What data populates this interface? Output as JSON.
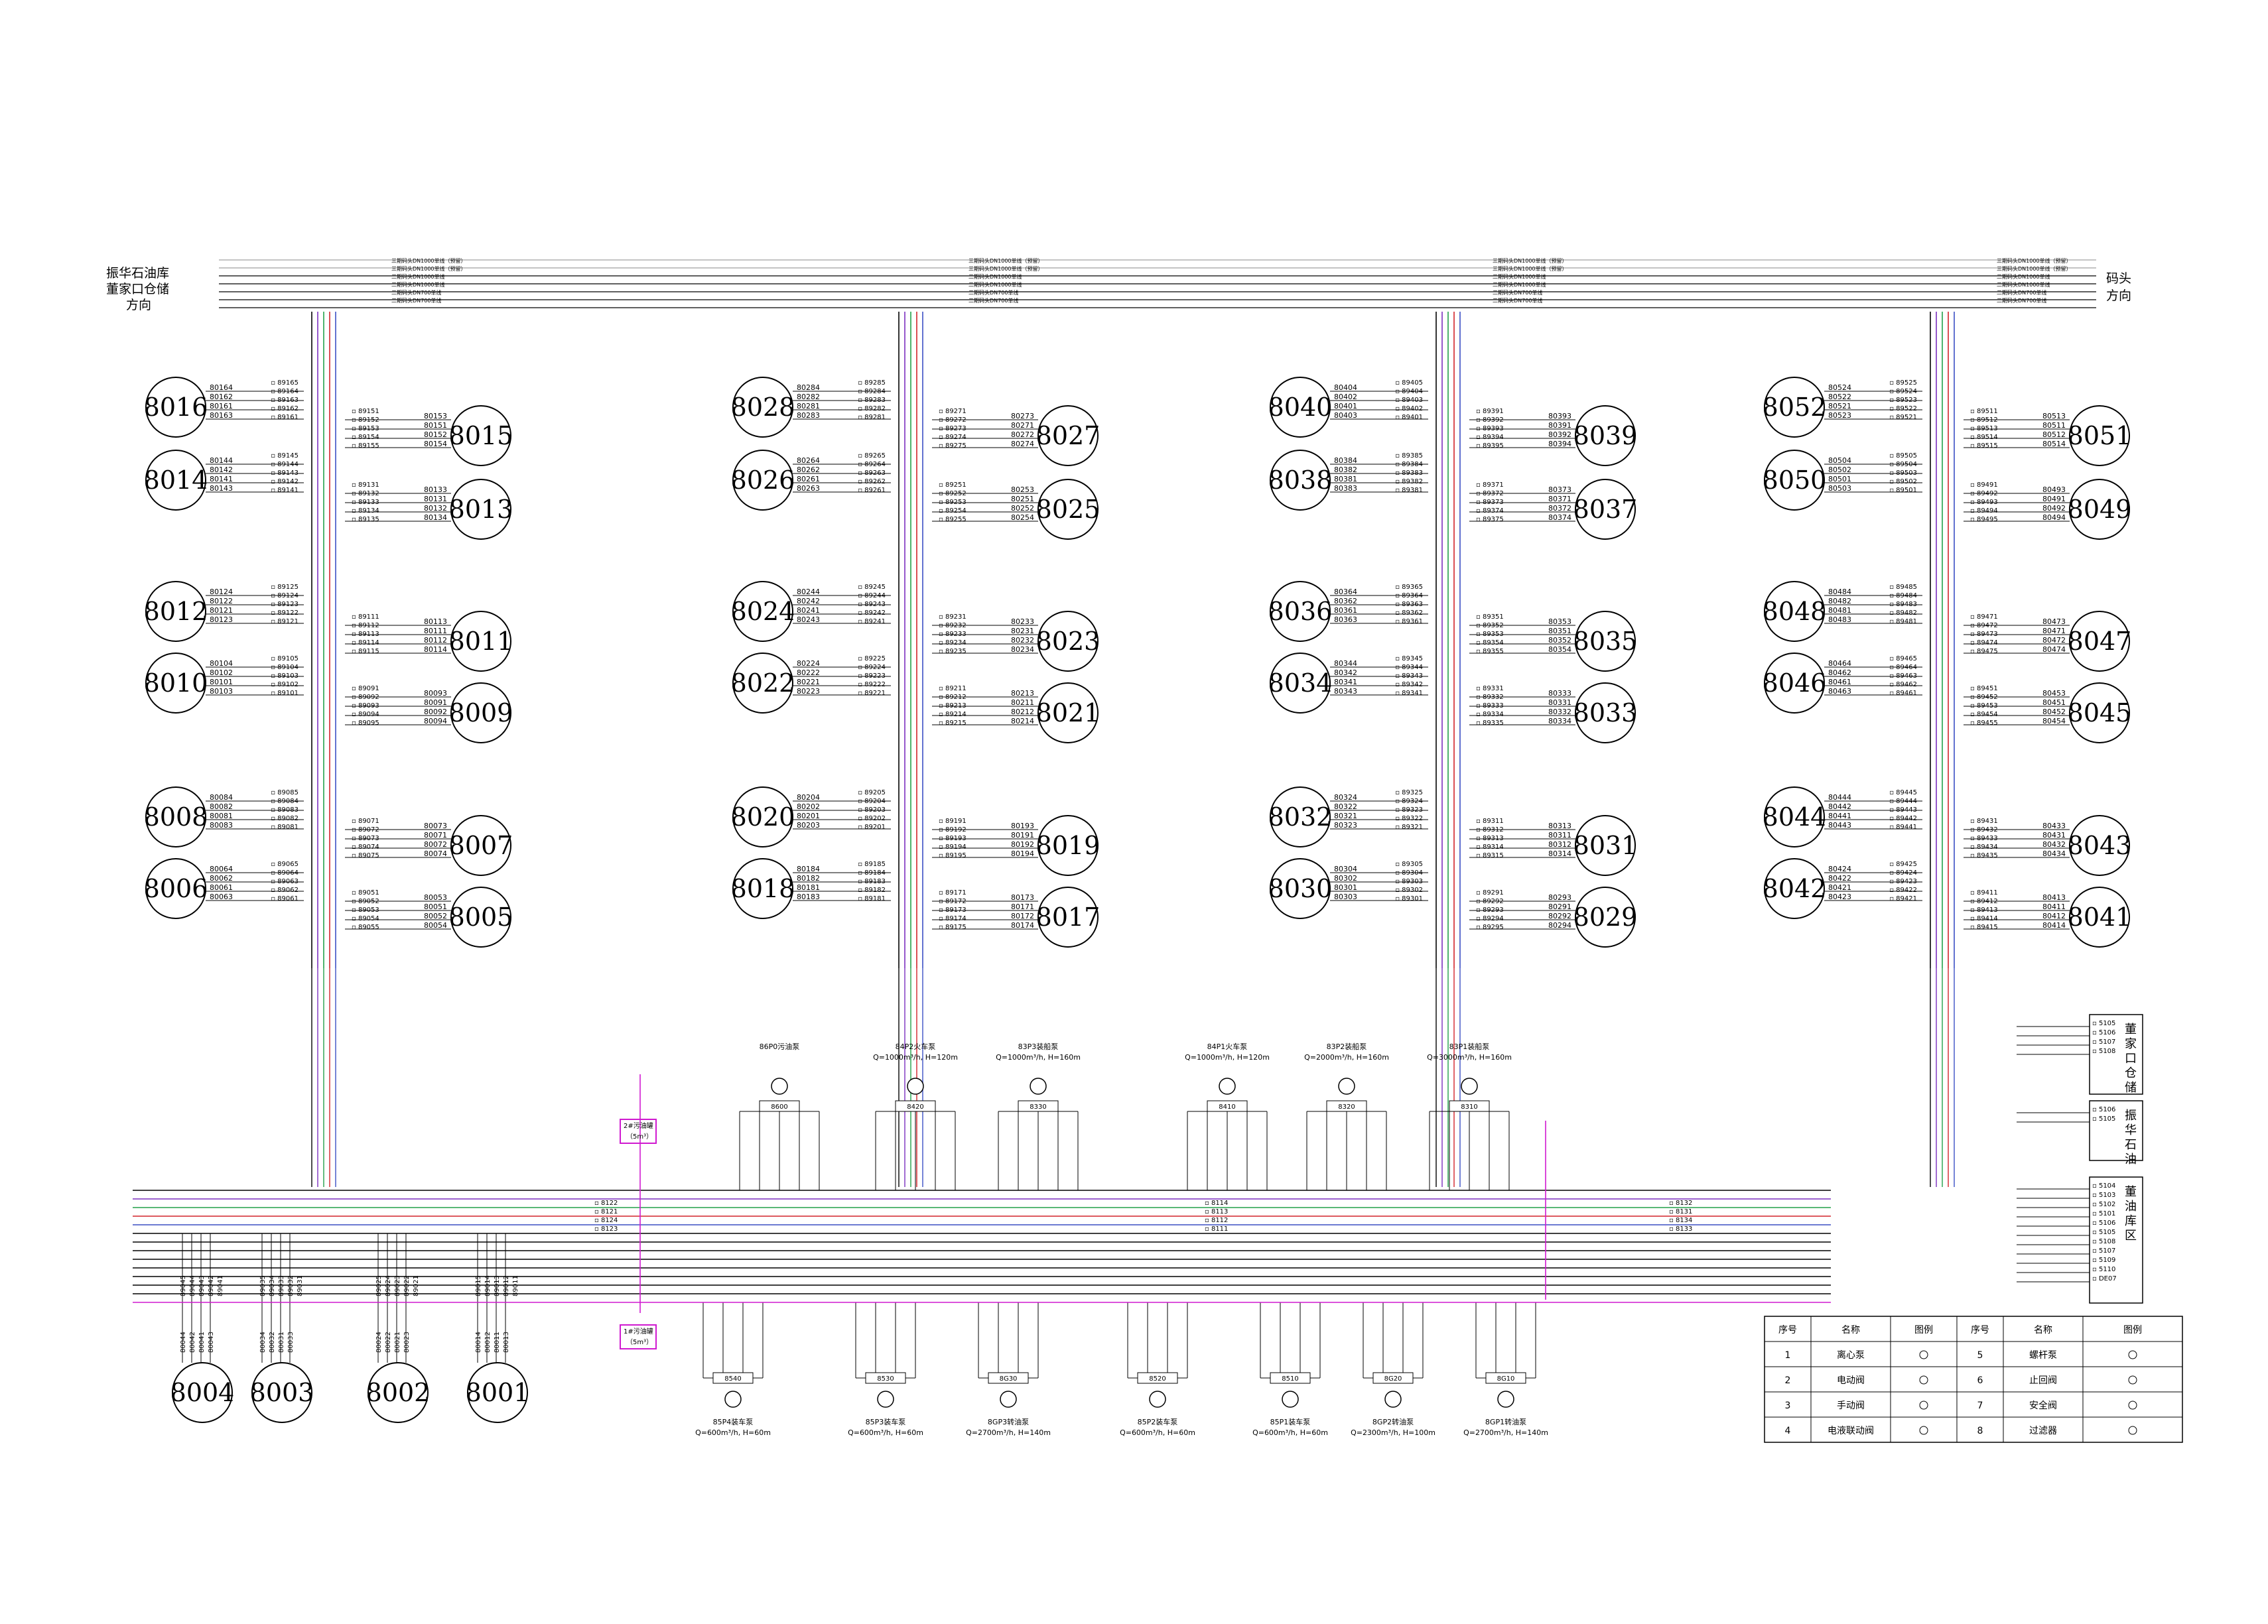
{
  "left_direction": {
    "lines": [
      "振华石油库",
      "董家口仓储",
      "方向"
    ]
  },
  "right_direction": {
    "lines": [
      "码头",
      "方向"
    ]
  },
  "header_notes": [
    "三期码头DN1000单线（预留）",
    "三期码头DN1000单线（预留）",
    "二期码头DN1000单线",
    "二期码头DN1000单线",
    "二期码头DN700单线",
    "二期码头DN700单线"
  ],
  "tanks": [
    {
      "id": "8016",
      "valves": [
        "80164",
        "80162",
        "80161",
        "80163"
      ],
      "outlets": [
        "89165",
        "89164",
        "89163",
        "89162",
        "89161"
      ]
    },
    {
      "id": "8015",
      "valves": [
        "80153",
        "80151",
        "80152",
        "80154"
      ],
      "outlets": [
        "89151",
        "89152",
        "89153",
        "89154",
        "89155"
      ]
    },
    {
      "id": "8014",
      "valves": [
        "80144",
        "80142",
        "80141",
        "80143"
      ],
      "outlets": [
        "89145",
        "89144",
        "89143",
        "89142",
        "89141"
      ]
    },
    {
      "id": "8013",
      "valves": [
        "80133",
        "80131",
        "80132",
        "80134"
      ],
      "outlets": [
        "89131",
        "89132",
        "89133",
        "89134",
        "89135"
      ]
    },
    {
      "id": "8012",
      "valves": [
        "80124",
        "80122",
        "80121",
        "80123"
      ],
      "outlets": [
        "89125",
        "89124",
        "89123",
        "89122",
        "89121"
      ]
    },
    {
      "id": "8011",
      "valves": [
        "80113",
        "80111",
        "80112",
        "80114"
      ],
      "outlets": [
        "89111",
        "89112",
        "89113",
        "89114",
        "89115"
      ]
    },
    {
      "id": "8010",
      "valves": [
        "80104",
        "80102",
        "80101",
        "80103"
      ],
      "outlets": [
        "89105",
        "89104",
        "89103",
        "89102",
        "89101"
      ]
    },
    {
      "id": "8009",
      "valves": [
        "80093",
        "80091",
        "80092",
        "80094"
      ],
      "outlets": [
        "89091",
        "89092",
        "89093",
        "89094",
        "89095"
      ]
    },
    {
      "id": "8008",
      "valves": [
        "80084",
        "80082",
        "80081",
        "80083"
      ],
      "outlets": [
        "89085",
        "89084",
        "89083",
        "89082",
        "89081"
      ]
    },
    {
      "id": "8007",
      "valves": [
        "80073",
        "80071",
        "80072",
        "80074"
      ],
      "outlets": [
        "89071",
        "89072",
        "89073",
        "89074",
        "89075"
      ]
    },
    {
      "id": "8006",
      "valves": [
        "80064",
        "80062",
        "80061",
        "80063"
      ],
      "outlets": [
        "89065",
        "89064",
        "89063",
        "89062",
        "89061"
      ]
    },
    {
      "id": "8005",
      "valves": [
        "80053",
        "80051",
        "80052",
        "80054"
      ],
      "outlets": [
        "89051",
        "89052",
        "89053",
        "89054",
        "89055"
      ]
    },
    {
      "id": "8028",
      "valves": [
        "80284",
        "80282",
        "80281",
        "80283"
      ],
      "outlets": [
        "89285",
        "89284",
        "89283",
        "89282",
        "89281"
      ]
    },
    {
      "id": "8027",
      "valves": [
        "80273",
        "80271",
        "80272",
        "80274"
      ],
      "outlets": [
        "89271",
        "89272",
        "89273",
        "89274",
        "89275"
      ]
    },
    {
      "id": "8026",
      "valves": [
        "80264",
        "80262",
        "80261",
        "80263"
      ],
      "outlets": [
        "89265",
        "89264",
        "89263",
        "89262",
        "89261"
      ]
    },
    {
      "id": "8025",
      "valves": [
        "80253",
        "80251",
        "80252",
        "80254"
      ],
      "outlets": [
        "89251",
        "89252",
        "89253",
        "89254",
        "89255"
      ]
    },
    {
      "id": "8024",
      "valves": [
        "80244",
        "80242",
        "80241",
        "80243"
      ],
      "outlets": [
        "89245",
        "89244",
        "89243",
        "89242",
        "89241"
      ]
    },
    {
      "id": "8023",
      "valves": [
        "80233",
        "80231",
        "80232",
        "80234"
      ],
      "outlets": [
        "89231",
        "89232",
        "89233",
        "89234",
        "89235"
      ]
    },
    {
      "id": "8022",
      "valves": [
        "80224",
        "80222",
        "80221",
        "80223"
      ],
      "outlets": [
        "89225",
        "89224",
        "89223",
        "89222",
        "89221"
      ]
    },
    {
      "id": "8021",
      "valves": [
        "80213",
        "80211",
        "80212",
        "80214"
      ],
      "outlets": [
        "89211",
        "89212",
        "89213",
        "89214",
        "89215"
      ]
    },
    {
      "id": "8020",
      "valves": [
        "80204",
        "80202",
        "80201",
        "80203"
      ],
      "outlets": [
        "89205",
        "89204",
        "89203",
        "89202",
        "89201"
      ]
    },
    {
      "id": "8019",
      "valves": [
        "80193",
        "80191",
        "80192",
        "80194"
      ],
      "outlets": [
        "89191",
        "89192",
        "89193",
        "89194",
        "89195"
      ]
    },
    {
      "id": "8018",
      "valves": [
        "80184",
        "80182",
        "80181",
        "80183"
      ],
      "outlets": [
        "89185",
        "89184",
        "89183",
        "89182",
        "89181"
      ]
    },
    {
      "id": "8017",
      "valves": [
        "80173",
        "80171",
        "80172",
        "80174"
      ],
      "outlets": [
        "89171",
        "89172",
        "89173",
        "89174",
        "89175"
      ]
    },
    {
      "id": "8040",
      "valves": [
        "80404",
        "80402",
        "80401",
        "80403"
      ],
      "outlets": [
        "89405",
        "89404",
        "89403",
        "89402",
        "89401"
      ]
    },
    {
      "id": "8039",
      "valves": [
        "80393",
        "80391",
        "80392",
        "80394"
      ],
      "outlets": [
        "89391",
        "89392",
        "89393",
        "89394",
        "89395"
      ]
    },
    {
      "id": "8038",
      "valves": [
        "80384",
        "80382",
        "80381",
        "80383"
      ],
      "outlets": [
        "89385",
        "89384",
        "89383",
        "89382",
        "89381"
      ]
    },
    {
      "id": "8037",
      "valves": [
        "80373",
        "80371",
        "80372",
        "80374"
      ],
      "outlets": [
        "89371",
        "89372",
        "89373",
        "89374",
        "89375"
      ]
    },
    {
      "id": "8036",
      "valves": [
        "80364",
        "80362",
        "80361",
        "80363"
      ],
      "outlets": [
        "89365",
        "89364",
        "89363",
        "89362",
        "89361"
      ]
    },
    {
      "id": "8035",
      "valves": [
        "80353",
        "80351",
        "80352",
        "80354"
      ],
      "outlets": [
        "89351",
        "89352",
        "89353",
        "89354",
        "89355"
      ]
    },
    {
      "id": "8034",
      "valves": [
        "80344",
        "80342",
        "80341",
        "80343"
      ],
      "outlets": [
        "89345",
        "89344",
        "89343",
        "89342",
        "89341"
      ]
    },
    {
      "id": "8033",
      "valves": [
        "80333",
        "80331",
        "80332",
        "80334"
      ],
      "outlets": [
        "89331",
        "89332",
        "89333",
        "89334",
        "89335"
      ]
    },
    {
      "id": "8032",
      "valves": [
        "80324",
        "80322",
        "80321",
        "80323"
      ],
      "outlets": [
        "89325",
        "89324",
        "89323",
        "89322",
        "89321"
      ]
    },
    {
      "id": "8031",
      "valves": [
        "80313",
        "80311",
        "80312",
        "80314"
      ],
      "outlets": [
        "89311",
        "89312",
        "89313",
        "89314",
        "89315"
      ]
    },
    {
      "id": "8030",
      "valves": [
        "80304",
        "80302",
        "80301",
        "80303"
      ],
      "outlets": [
        "89305",
        "89304",
        "89303",
        "89302",
        "89301"
      ]
    },
    {
      "id": "8029",
      "valves": [
        "80293",
        "80291",
        "80292",
        "80294"
      ],
      "outlets": [
        "89291",
        "89292",
        "89293",
        "89294",
        "89295"
      ]
    },
    {
      "id": "8052",
      "valves": [
        "80524",
        "80522",
        "80521",
        "80523"
      ],
      "outlets": [
        "89525",
        "89524",
        "89523",
        "89522",
        "89521"
      ]
    },
    {
      "id": "8051",
      "valves": [
        "80513",
        "80511",
        "80512",
        "80514"
      ],
      "outlets": [
        "89511",
        "89512",
        "89513",
        "89514",
        "89515"
      ]
    },
    {
      "id": "8050",
      "valves": [
        "80504",
        "80502",
        "80501",
        "80503"
      ],
      "outlets": [
        "89505",
        "89504",
        "89503",
        "89502",
        "89501"
      ]
    },
    {
      "id": "8049",
      "valves": [
        "80493",
        "80491",
        "80492",
        "80494"
      ],
      "outlets": [
        "89491",
        "89492",
        "89493",
        "89494",
        "89495"
      ]
    },
    {
      "id": "8048",
      "valves": [
        "80484",
        "80482",
        "80481",
        "80483"
      ],
      "outlets": [
        "89485",
        "89484",
        "89483",
        "89482",
        "89481"
      ]
    },
    {
      "id": "8047",
      "valves": [
        "80473",
        "80471",
        "80472",
        "80474"
      ],
      "outlets": [
        "89471",
        "89472",
        "89473",
        "89474",
        "89475"
      ]
    },
    {
      "id": "8046",
      "valves": [
        "80464",
        "80462",
        "80461",
        "80463"
      ],
      "outlets": [
        "89465",
        "89464",
        "89463",
        "89462",
        "89461"
      ]
    },
    {
      "id": "8045",
      "valves": [
        "80453",
        "80451",
        "80452",
        "80454"
      ],
      "outlets": [
        "89451",
        "89452",
        "89453",
        "89454",
        "89455"
      ]
    },
    {
      "id": "8044",
      "valves": [
        "80444",
        "80442",
        "80441",
        "80443"
      ],
      "outlets": [
        "89445",
        "89444",
        "89443",
        "89442",
        "89441"
      ]
    },
    {
      "id": "8043",
      "valves": [
        "80433",
        "80431",
        "80432",
        "80434"
      ],
      "outlets": [
        "89431",
        "89432",
        "89433",
        "89434",
        "89435"
      ]
    },
    {
      "id": "8042",
      "valves": [
        "80424",
        "80422",
        "80421",
        "80423"
      ],
      "outlets": [
        "89425",
        "89424",
        "89423",
        "89422",
        "89421"
      ]
    },
    {
      "id": "8041",
      "valves": [
        "80413",
        "80411",
        "80412",
        "80414"
      ],
      "outlets": [
        "89411",
        "89412",
        "89413",
        "89414",
        "89415"
      ]
    },
    {
      "id": "8004",
      "valves": [
        "80044",
        "80042",
        "80041",
        "80043"
      ],
      "outlets": [
        "89045",
        "89044",
        "89043",
        "89042",
        "89041"
      ]
    },
    {
      "id": "8003",
      "valves": [
        "80034",
        "80032",
        "80031",
        "80033"
      ],
      "outlets": [
        "89035",
        "89034",
        "89033",
        "89032",
        "89031"
      ]
    },
    {
      "id": "8002",
      "valves": [
        "80024",
        "80022",
        "80021",
        "80023"
      ],
      "outlets": [
        "89025",
        "89024",
        "89023",
        "89022",
        "89021"
      ]
    },
    {
      "id": "8001",
      "valves": [
        "80014",
        "80012",
        "80011",
        "80013"
      ],
      "outlets": [
        "89015",
        "89014",
        "89013",
        "89012",
        "89011"
      ]
    }
  ],
  "upper_pumps": [
    {
      "label": "86P0污油泵",
      "spec": "",
      "tag": "8600"
    },
    {
      "label": "84P2火车泵",
      "spec": "Q=1000m³/h, H=120m",
      "tag": "8420"
    },
    {
      "label": "83P3装船泵",
      "spec": "Q=1000m³/h, H=160m",
      "tag": "8330"
    },
    {
      "label": "84P1火车泵",
      "spec": "Q=1000m³/h, H=120m",
      "tag": "8410"
    },
    {
      "label": "83P2装船泵",
      "spec": "Q=2000m³/h, H=160m",
      "tag": "8320"
    },
    {
      "label": "83P1装船泵",
      "spec": "Q=3000m³/h, H=160m",
      "tag": "8310"
    }
  ],
  "lower_pumps": [
    {
      "label": "85P4装车泵",
      "spec": "Q=600m³/h, H=60m",
      "tag": "8540"
    },
    {
      "label": "85P3装车泵",
      "spec": "Q=600m³/h, H=60m",
      "tag": "8530"
    },
    {
      "label": "8GP3转油泵",
      "spec": "Q=2700m³/h, H=140m",
      "tag": "8G30"
    },
    {
      "label": "85P2装车泵",
      "spec": "Q=600m³/h, H=60m",
      "tag": "8520"
    },
    {
      "label": "85P1装车泵",
      "spec": "Q=600m³/h, H=60m",
      "tag": "8510"
    },
    {
      "label": "8GP2转油泵",
      "spec": "Q=2300m³/h, H=100m",
      "tag": "8G20"
    },
    {
      "label": "8GP1转油泵",
      "spec": "Q=2700m³/h, H=140m",
      "tag": "8G10"
    }
  ],
  "side_boxes": [
    {
      "text": "董家口仓储",
      "valves": [
        "5105",
        "5106",
        "5107",
        "5108"
      ]
    },
    {
      "text": "振华石油",
      "valves": [
        "5106",
        "5105"
      ]
    },
    {
      "text": "董油库区",
      "valves": [
        "5104",
        "5103",
        "5102",
        "5101",
        "5106",
        "5105",
        "5108",
        "5107",
        "5109",
        "5110",
        "DE07"
      ]
    }
  ],
  "sump_upper": {
    "title": "2#污油罐",
    "volume": "（5m³）"
  },
  "sump_lower": {
    "title": "1#污油罐",
    "volume": "（5m³）"
  },
  "mid_valves": [
    "8114",
    "8113",
    "8112",
    "8111",
    "8122",
    "8121",
    "8124",
    "8123",
    "8132",
    "8131",
    "8134",
    "8133"
  ],
  "legend": {
    "headers": [
      "序号",
      "名称",
      "图例",
      "序号",
      "名称",
      "图例"
    ],
    "rows": [
      [
        "1",
        "离心泵",
        "",
        "5",
        "螺杆泵",
        ""
      ],
      [
        "2",
        "电动阀",
        "",
        "6",
        "止回阀",
        ""
      ],
      [
        "3",
        "手动阀",
        "",
        "7",
        "安全阀",
        ""
      ],
      [
        "4",
        "电液联动阀",
        "",
        "8",
        "过滤器",
        ""
      ]
    ]
  },
  "colors": {
    "line": "#000000",
    "green": "#22a04a",
    "red": "#d2232a",
    "blue": "#3b4fc4",
    "magenta": "#d01ad0",
    "purple": "#7b2fbf"
  }
}
